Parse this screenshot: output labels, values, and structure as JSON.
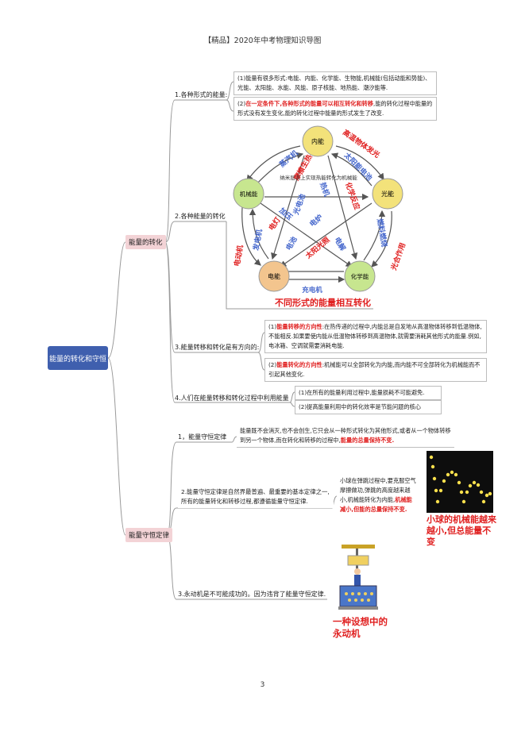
{
  "header": "【精品】2020年中考物理知识导图",
  "page_number": "3",
  "root": "能量的转化和守恒",
  "branch1": {
    "title": "能量的转化",
    "item1": {
      "label": "1.各种形式的能量:",
      "box1": "(1)能量有很多形式:电能、内能、化学能、生物能,机械能(包括动能和势能)、光能、太阳能、水能、风能、原子核能、地热能、潮汐能等.",
      "box2_num": "(2)",
      "box2_red": "在一定条件下,各种形式的能量可以相互转化和转移",
      "box2_rest": ",能的转化过程中能量的形式没有发生变化,能的转化过程中能量的形式发生了改变."
    },
    "item2": {
      "label": "2.各种能量的转化",
      "nodes": {
        "internal": "内能",
        "mechanical": "机械能",
        "light": "光能",
        "electric": "电能",
        "chemical": "化学能"
      },
      "center_note": "纳米层次上实现热能转化为机械能",
      "arrows": {
        "steam": "蒸汽机",
        "friction": "摩擦生热",
        "heat_engine": "热机",
        "photoelectric": "光电池",
        "high_temp": "高温物体发光",
        "solar_cell": "太阳能电池",
        "fuel_burn": "燃料燃烧",
        "photosynth": "光合作用",
        "battery": "电池",
        "motor": "电动机",
        "generator": "发电机",
        "charger": "充电机",
        "gravity": "加压",
        "electrolysis": "电解",
        "furnace": "电炉",
        "electric_light": "电灯",
        "chem_reaction": "化学反应",
        "sunlight": "太阳光照"
      },
      "caption": "不同形式的能量相互转化"
    },
    "item3": {
      "label": "3.能量转移和转化是有方向的:",
      "box1_num": "(1)",
      "box1_red": "能量转移的方向性",
      "box1_rest": ":在热传递的过程中,内能总是自发地从高温物体转移到低温物体,不能相反.如果要使内能从低温物体转移到高温物体,就需要消耗其他形式的能量.例如,电冰箱、空调就需要消耗电能.",
      "box2_num": "(2)",
      "box2_red": "能量转化的方向性",
      "box2_rest": ":机械能可以全部转化为内能,而内能不可全部转化为机械能而不引起其他变化."
    },
    "item4": {
      "label": "4.人们在能量转移和转化过程中利用能量",
      "box1": "(1)在所有的能量利用过程中,能量损耗不可能避免.",
      "box2": "(2)提高能量利用中的转化效率是节能问题的核心"
    }
  },
  "branch2": {
    "title": "能量守恒定律",
    "item1": {
      "label": "1，能量守恒定律",
      "text_plain": "能量既不会消灭,也不会创生,它只会从一种形式转化为其他形式,或者从一个物体转移到另一个物体,而在转化和转移的过程中,",
      "text_red": "能量的总量保持不变."
    },
    "item2": {
      "label": "2.能量守恒定律是自然界最普遍、最重要的基本定律之一,所有的能量转化和转移过程,都遵循能量守恒定律.",
      "box_plain": "小球在弹跳过程中,要克服空气摩擦做功,弹跳的高度越来越小,机械能转化为内能,",
      "box_red": "机械能减小,但能的总量保持不变.",
      "caption": "小球的机械能越来越小,但总能量不变"
    },
    "item3": {
      "label": "3.永动机是不可能成功的。因为违背了能量守恒定律.",
      "caption": "一种设想中的永动机"
    }
  },
  "colors": {
    "root": "#3f5fae",
    "category": "#f3d3d6",
    "accent_red": "#e02020",
    "cycle_blue": "#4466cc",
    "node_yellow": "#f3e27a",
    "node_green": "#c7e68f",
    "node_orange": "#f3c58e"
  }
}
